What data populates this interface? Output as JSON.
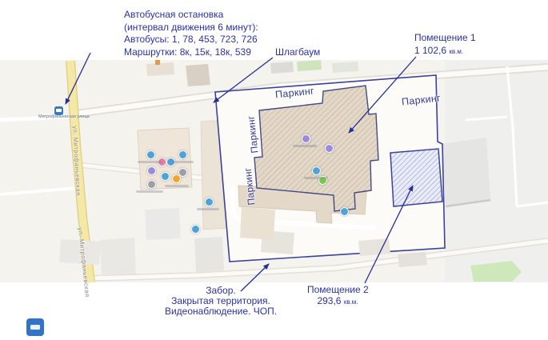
{
  "annotations": {
    "bus_stop_note": {
      "line1": "Автобусная остановка",
      "line2": "(интервал движения 6 минут):",
      "line3": "Автобусы: 1, 78, 453, 723, 726",
      "line4": "Маршрутки: 8к, 15к, 18к, 539"
    },
    "barrier_label": "Шлагбаум",
    "premise1": {
      "title": "Помещение 1",
      "area": "1 102,6",
      "unit": "кв.м."
    },
    "premise2": {
      "title": "Помещение 2",
      "area": "293,6",
      "unit": "кв.м."
    },
    "fence_note": {
      "line1": "Забор.",
      "line2": "Закрытая территория.",
      "line3": "Видеонаблюдение. ЧОП."
    }
  },
  "map_labels": {
    "parking_top": "Паркинг",
    "parking_right": "Паркинг",
    "parking_left_upper": "Паркинг",
    "parking_left_lower": "Паркинг",
    "street_name": "ул. Митрофаньевская",
    "bus_stop_name": "Митрофаньевская улица"
  },
  "colors": {
    "annotation_blue": "#2b31a8",
    "boundary_blue": "#3c41a0",
    "road_yellow": "#f2e49a",
    "building_beige": "#e3d8c7",
    "premise2_fill": "#e9ecf7"
  }
}
